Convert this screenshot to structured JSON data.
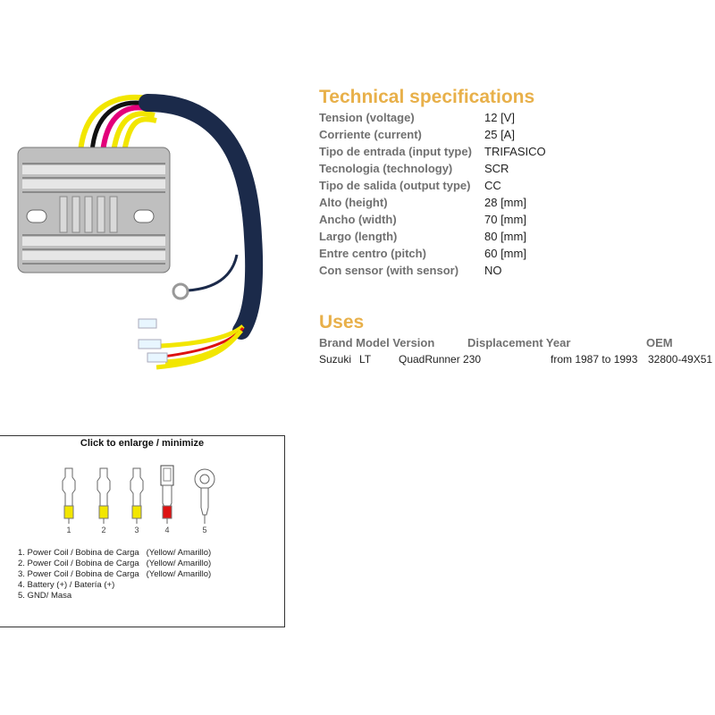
{
  "technical": {
    "title": "Technical specifications",
    "rows": [
      {
        "label": "Tension (voltage)",
        "value": "12 [V]"
      },
      {
        "label": "Corriente (current)",
        "value": "25 [A]"
      },
      {
        "label": "Tipo de entrada (input type)",
        "value": "TRIFASICO"
      },
      {
        "label": "Tecnologia (technology)",
        "value": "SCR"
      },
      {
        "label": "Tipo de salida (output type)",
        "value": "CC"
      },
      {
        "label": "Alto (height)",
        "value": "28 [mm]"
      },
      {
        "label": "Ancho (width)",
        "value": "70 [mm]"
      },
      {
        "label": "Largo (length)",
        "value": "80 [mm]"
      },
      {
        "label": "Entre centro (pitch)",
        "value": "60 [mm]"
      },
      {
        "label": "Con sensor (with sensor)",
        "value": "NO"
      }
    ]
  },
  "uses": {
    "title": "Uses",
    "headers": {
      "brand_model_version": "Brand Model Version",
      "displacement_year": "Displacement Year",
      "oem": "OEM"
    },
    "rows": [
      {
        "brand": "Suzuki",
        "model": "LT",
        "version": "QuadRunner 230",
        "year": "from 1987 to 1993",
        "oem": "32800-49X51"
      }
    ]
  },
  "connectors": {
    "header": "Click to enlarge / minimize",
    "numbers": [
      "1",
      "2",
      "3",
      "4",
      "5"
    ],
    "colors": {
      "yellow": "#f2e600",
      "red": "#dd1111"
    },
    "legend": [
      "1. Power Coil / Bobina de Carga   (Yellow/ Amarillo)",
      "2. Power Coil / Bobina de Carga   (Yellow/ Amarillo)",
      "3. Power Coil / Bobina de Carga   (Yellow/ Amarillo)",
      "4. Battery (+) / Batería (+)",
      "5. GND/ Masa"
    ]
  },
  "colors": {
    "title_accent": "#e8b04a",
    "label_gray": "#707070"
  }
}
